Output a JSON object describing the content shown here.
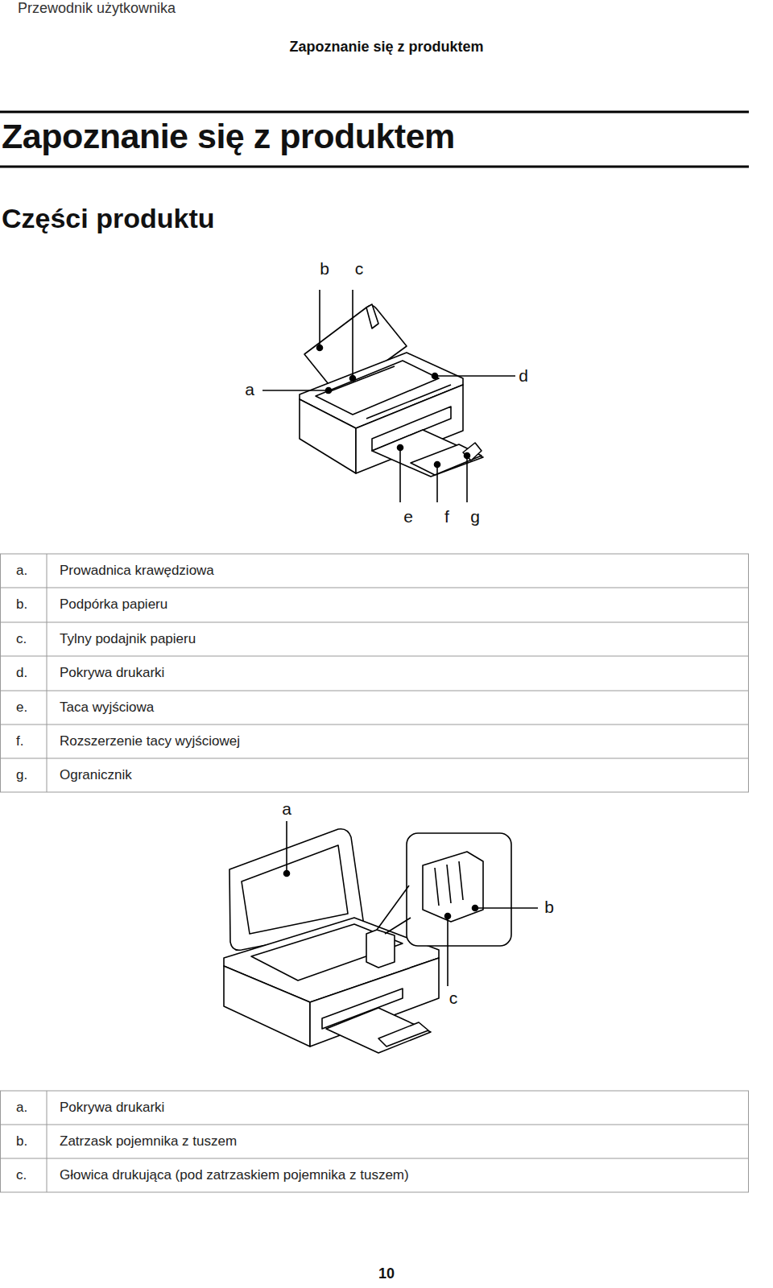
{
  "diagram": {
    "title": "Zapoznanie się z produktem",
    "labels": [
      "Przewodnik użytkownika",
      "Zapoznanie się z produktem",
      "Części produktu",
      "b",
      "c",
      "a",
      "d",
      "e",
      "f",
      "g",
      "a.",
      "Prowadnica krawędziowa",
      "b.",
      "Podpórka papieru",
      "c.",
      "Tylny podajnik papieru",
      "d.",
      "Pokrywa drukarki",
      "e.",
      "Taca wyjściowa",
      "f.",
      "Rozszerzenie tacy wyjściowej",
      "g.",
      "Ogranicznik",
      "a",
      "b",
      "c",
      "a.",
      "Pokrywa drukarki",
      "b.",
      "Zatrzask pojemnika z tuszem",
      "c.",
      "Głowica drukująca (pod zatrzaskiem pojemnika z tuszem)",
      "10"
    ]
  }
}
